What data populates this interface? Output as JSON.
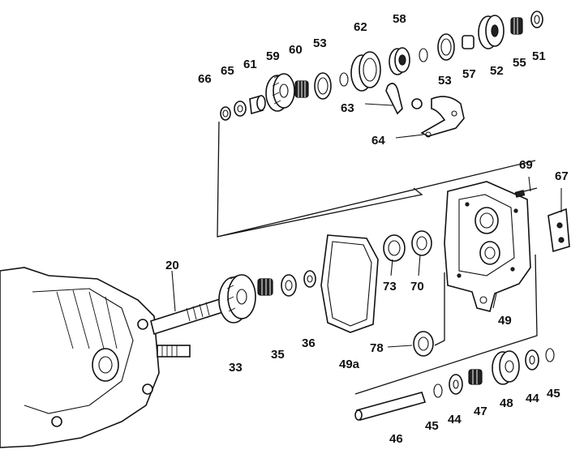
{
  "labels": {
    "66": "66",
    "65": "65",
    "61": "61",
    "59": "59",
    "60": "60",
    "53a": "53",
    "62": "62",
    "58": "58",
    "53b": "53",
    "57": "57",
    "52": "52",
    "55": "55",
    "51": "51",
    "63": "63",
    "64": "64",
    "69": "69",
    "67": "67",
    "20": "20",
    "73": "73",
    "70": "70",
    "49": "49",
    "49a": "49a",
    "78": "78",
    "33": "33",
    "35": "35",
    "36": "36",
    "46": "46",
    "45a": "45",
    "44a": "44",
    "47": "47",
    "48": "48",
    "44b": "44",
    "45b": "45"
  }
}
